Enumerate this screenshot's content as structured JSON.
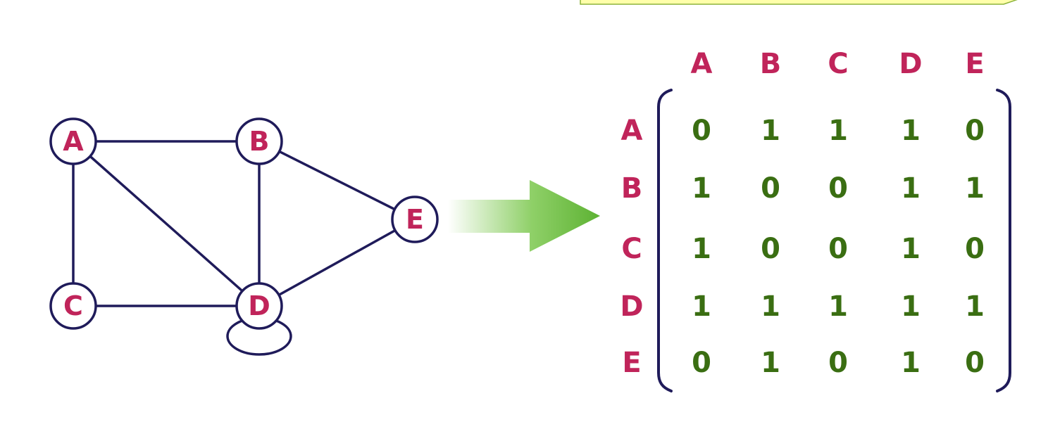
{
  "graph": {
    "nodes": [
      {
        "id": "A",
        "label": "A"
      },
      {
        "id": "B",
        "label": "B"
      },
      {
        "id": "C",
        "label": "C"
      },
      {
        "id": "D",
        "label": "D"
      },
      {
        "id": "E",
        "label": "E"
      }
    ],
    "edges": [
      [
        "A",
        "B"
      ],
      [
        "A",
        "C"
      ],
      [
        "A",
        "D"
      ],
      [
        "B",
        "D"
      ],
      [
        "B",
        "E"
      ],
      [
        "C",
        "D"
      ],
      [
        "D",
        "E"
      ],
      [
        "D",
        "D"
      ]
    ]
  },
  "matrix": {
    "col_headers": [
      "A",
      "B",
      "C",
      "D",
      "E"
    ],
    "row_headers": [
      "A",
      "B",
      "C",
      "D",
      "E"
    ],
    "values": [
      [
        "0",
        "1",
        "1",
        "1",
        "0"
      ],
      [
        "1",
        "0",
        "0",
        "1",
        "1"
      ],
      [
        "1",
        "0",
        "0",
        "1",
        "0"
      ],
      [
        "1",
        "1",
        "1",
        "1",
        "1"
      ],
      [
        "0",
        "1",
        "0",
        "1",
        "0"
      ]
    ]
  },
  "colors": {
    "edge": "#1f1b5a",
    "node_label": "#c0245a",
    "header": "#c0245a",
    "cell": "#3a6e12",
    "bracket": "#1f1b5a",
    "arrow_head": "#5db233",
    "arrow_tail": "#ffffff",
    "callout_fill": "#ffffaa",
    "callout_stroke": "#8db33a"
  }
}
